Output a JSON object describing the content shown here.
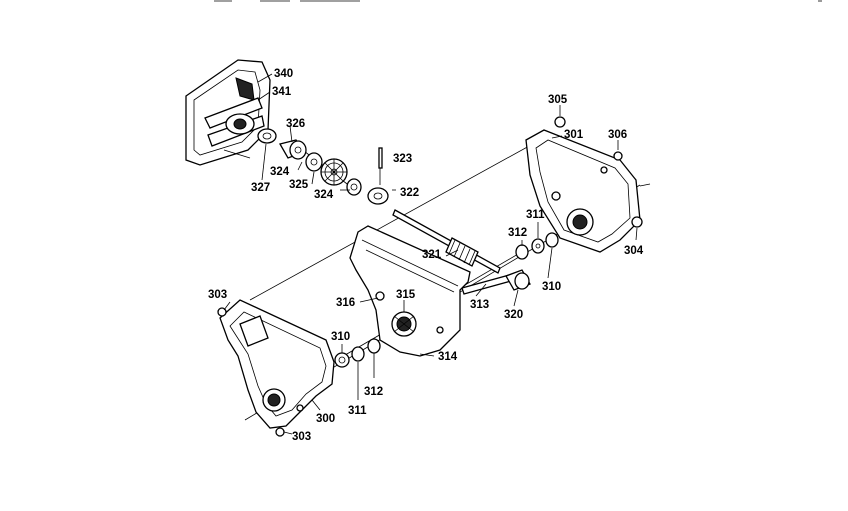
{
  "callouts": [
    {
      "id": "c340",
      "text": "340"
    },
    {
      "id": "c341",
      "text": "341"
    },
    {
      "id": "c326",
      "text": "326"
    },
    {
      "id": "c324a",
      "text": "324"
    },
    {
      "id": "c327",
      "text": "327"
    },
    {
      "id": "c325",
      "text": "325"
    },
    {
      "id": "c324b",
      "text": "324"
    },
    {
      "id": "c323",
      "text": "323"
    },
    {
      "id": "c322",
      "text": "322"
    },
    {
      "id": "c305",
      "text": "305"
    },
    {
      "id": "c301",
      "text": "301"
    },
    {
      "id": "c306",
      "text": "306"
    },
    {
      "id": "c311a",
      "text": "311"
    },
    {
      "id": "c312a",
      "text": "312"
    },
    {
      "id": "c304",
      "text": "304"
    },
    {
      "id": "c321",
      "text": "321"
    },
    {
      "id": "c310a",
      "text": "310"
    },
    {
      "id": "c313",
      "text": "313"
    },
    {
      "id": "c320",
      "text": "320"
    },
    {
      "id": "c303a",
      "text": "303"
    },
    {
      "id": "c316",
      "text": "316"
    },
    {
      "id": "c315",
      "text": "315"
    },
    {
      "id": "c310b",
      "text": "310"
    },
    {
      "id": "c314",
      "text": "314"
    },
    {
      "id": "c312b",
      "text": "312"
    },
    {
      "id": "c300",
      "text": "300"
    },
    {
      "id": "c311b",
      "text": "311"
    },
    {
      "id": "c303b",
      "text": "303"
    }
  ]
}
